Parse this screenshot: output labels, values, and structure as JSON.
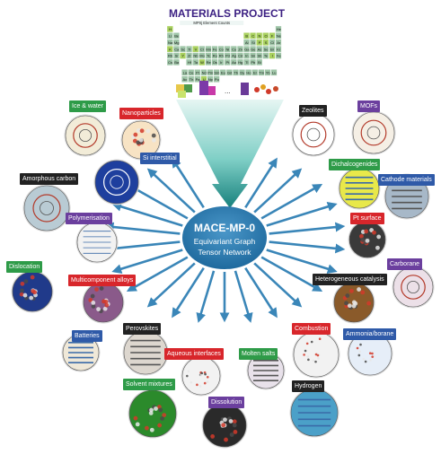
{
  "header": {
    "title": "MATERIALS PROJECT",
    "table_caption": "MPtrj Element Counts",
    "ellipsis": "..."
  },
  "hub": {
    "title": "MACE-MP-0",
    "subtitle_line1": "Equivariant Graph",
    "subtitle_line2": "Tensor Network"
  },
  "periodic_table": {
    "rows": [
      [
        "H",
        "",
        "",
        "",
        "",
        "",
        "",
        "",
        "",
        "",
        "",
        "",
        "",
        "",
        "",
        "",
        "",
        "He"
      ],
      [
        "Li",
        "Be",
        "",
        "",
        "",
        "",
        "",
        "",
        "",
        "",
        "",
        "",
        "B",
        "C",
        "N",
        "O",
        "F",
        "Ne"
      ],
      [
        "Na",
        "Mg",
        "",
        "",
        "",
        "",
        "",
        "",
        "",
        "",
        "",
        "",
        "Al",
        "Si",
        "P",
        "S",
        "Cl",
        "Ar"
      ],
      [
        "K",
        "Ca",
        "Sc",
        "Ti",
        "V",
        "Cr",
        "Mn",
        "Fe",
        "Co",
        "Ni",
        "Cu",
        "Zn",
        "Ga",
        "Ge",
        "As",
        "Se",
        "Br",
        "Kr"
      ],
      [
        "Rb",
        "Sr",
        "Y",
        "Zr",
        "Nb",
        "Mo",
        "Tc",
        "Ru",
        "Rh",
        "Pd",
        "Ag",
        "Cd",
        "In",
        "Sn",
        "Sb",
        "Te",
        "I",
        "Xe"
      ],
      [
        "Cs",
        "Ba",
        "",
        "Hf",
        "Ta",
        "W",
        "Re",
        "Os",
        "Ir",
        "Pt",
        "Au",
        "Hg",
        "Tl",
        "Pb",
        "Bi",
        "",
        "",
        ""
      ]
    ],
    "f_rows": [
      [
        "La",
        "Ce",
        "Pr",
        "Nd",
        "Pm",
        "Sm",
        "Eu",
        "Gd",
        "Tb",
        "Dy",
        "Ho",
        "Er",
        "Tm",
        "Yb",
        "Lu"
      ],
      [
        "Ac",
        "Th",
        "Pa",
        "U",
        "Np",
        "Pu",
        "",
        "",
        "",
        "",
        "",
        "",
        "",
        "",
        ""
      ]
    ],
    "colors": [
      "#1f7a6e",
      "#3a9b6b",
      "#6fbf5a",
      "#a9d15f",
      "#d6e26a",
      "#c9d6e8",
      "#9fc6a8"
    ]
  },
  "applications": [
    {
      "label": "Ice & water",
      "color": "#2e9b48"
    },
    {
      "label": "Nanoparticles",
      "color": "#d8262b"
    },
    {
      "label": "Si interstitial",
      "color": "#2f5aa8"
    },
    {
      "label": "Amorphous carbon",
      "color": "#222222"
    },
    {
      "label": "Polymerisation",
      "color": "#6b3f9e"
    },
    {
      "label": "Dislocation",
      "color": "#2e9b48"
    },
    {
      "label": "Multicomponent alloys",
      "color": "#d8262b"
    },
    {
      "label": "Batteries",
      "color": "#2f5aa8"
    },
    {
      "label": "Perovskites",
      "color": "#222222"
    },
    {
      "label": "Aqueous interfaces",
      "color": "#d8262b"
    },
    {
      "label": "Molten salts",
      "color": "#2e9b48"
    },
    {
      "label": "Solvent mixtures",
      "color": "#2e9b48"
    },
    {
      "label": "Dissolution",
      "color": "#6b3f9e"
    },
    {
      "label": "Zeolites",
      "color": "#222222"
    },
    {
      "label": "MOFs",
      "color": "#6b3f9e"
    },
    {
      "label": "Dichalcogenides",
      "color": "#2e9b48"
    },
    {
      "label": "Cathode materials",
      "color": "#2f5aa8"
    },
    {
      "label": "Pt surface",
      "color": "#d8262b"
    },
    {
      "label": "Carborane",
      "color": "#6b3f9e"
    },
    {
      "label": "Heterogeneous catalysis",
      "color": "#222222"
    },
    {
      "label": "Combustion",
      "color": "#d8262b"
    },
    {
      "label": "Ammonia/borane",
      "color": "#2f5aa8"
    },
    {
      "label": "Hydrogen",
      "color": "#222222"
    }
  ],
  "colors": {
    "hub_fill": "#2f7db3",
    "arrow": "#3a86b8",
    "funnel_top": "#dff3f0",
    "funnel_bottom": "#178a86",
    "title": "#3b1f82"
  }
}
